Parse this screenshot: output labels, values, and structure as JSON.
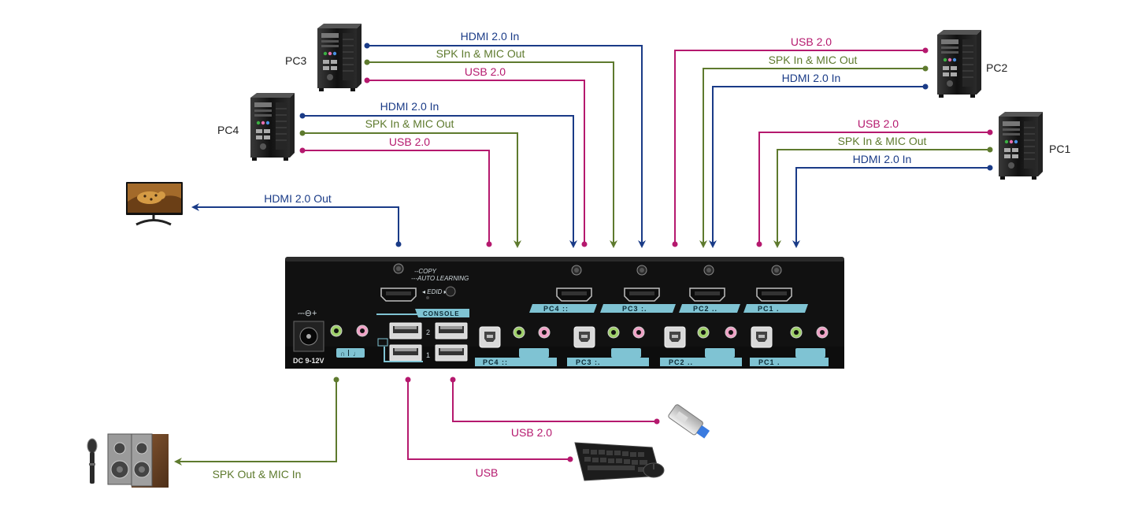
{
  "colors": {
    "hdmi": "#1a3b87",
    "spk": "#5e7a2e",
    "usb": "#b5196e",
    "device": "#1a1a1a",
    "label_tab": "#7fc3d3"
  },
  "computers": {
    "pc1": "PC1",
    "pc2": "PC2",
    "pc3": "PC3",
    "pc4": "PC4"
  },
  "connections": {
    "pc3_hdmi": "HDMI 2.0 In",
    "pc3_spk": "SPK In & MIC Out",
    "pc3_usb": "USB 2.0",
    "pc4_hdmi": "HDMI 2.0 In",
    "pc4_spk": "SPK In & MIC Out",
    "pc4_usb": "USB 2.0",
    "pc2_usb": "USB 2.0",
    "pc2_spk": "SPK In & MIC Out",
    "pc2_hdmi": "HDMI 2.0 In",
    "pc1_usb": "USB 2.0",
    "pc1_spk": "SPK In & MIC Out",
    "pc1_hdmi": "HDMI 2.0 In",
    "monitor_hdmi": "HDMI 2.0 Out",
    "usb_drive": "USB 2.0",
    "keyboard_mouse": "USB",
    "speakers_mic": "SPK Out & MIC In"
  },
  "panel": {
    "copy": "--COPY",
    "auto_learning": "---AUTO LEARNING",
    "edid": "◂ EDID ▸",
    "console": "CONSOLE",
    "dc": "DC  9-12V",
    "port_2": "2",
    "port_1": "1",
    "tab_pc1": "PC1 .",
    "tab_pc2": "PC2 ..",
    "tab_pc3": "PC3 :.",
    "tab_pc4": "PC4 ::"
  }
}
